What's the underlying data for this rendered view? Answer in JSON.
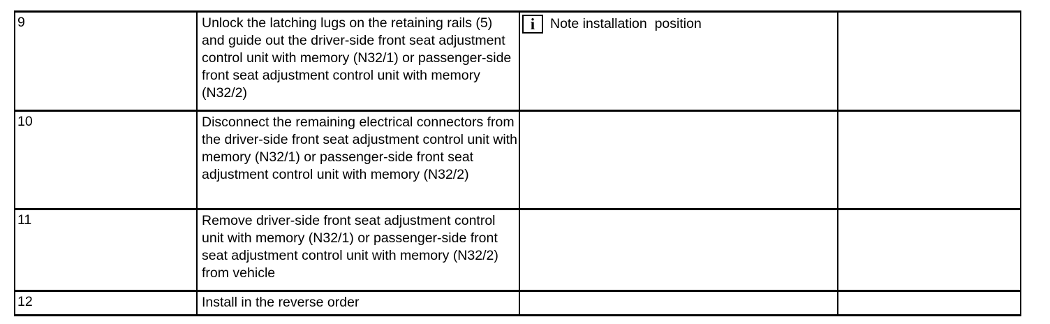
{
  "page": {
    "background_color": "#ffffff",
    "text_color": "#000000",
    "border_color": "#000000"
  },
  "table": {
    "description": "removal-installation-procedure-steps",
    "columns": [
      "step-number",
      "instruction",
      "note",
      "remarks"
    ],
    "rows": [
      {
        "step": "9",
        "instruction": "Unlock the latching lugs on the retaining rails (5) and guide out the driver-side front seat adjustment control unit with memory (N32/1) or passenger-side front seat adjustment control unit with memory (N32/2)",
        "note": {
          "icon": "info-icon",
          "icon_glyph": "i",
          "text": "Note installation  position"
        },
        "remarks": ""
      },
      {
        "step": "10",
        "instruction": "Disconnect the remaining electrical connectors from the driver-side front seat adjustment control unit with memory (N32/1) or passenger-side front seat adjustment control unit with memory (N32/2)",
        "note": {
          "icon": "",
          "icon_glyph": "",
          "text": ""
        },
        "remarks": ""
      },
      {
        "step": "11",
        "instruction": "Remove driver-side front seat adjustment control unit with memory (N32/1) or passenger-side front seat adjustment control unit with memory (N32/2) from vehicle",
        "note": {
          "icon": "",
          "icon_glyph": "",
          "text": ""
        },
        "remarks": ""
      },
      {
        "step": "12",
        "instruction": "Install in the reverse order",
        "note": {
          "icon": "",
          "icon_glyph": "",
          "text": ""
        },
        "remarks": ""
      }
    ]
  }
}
